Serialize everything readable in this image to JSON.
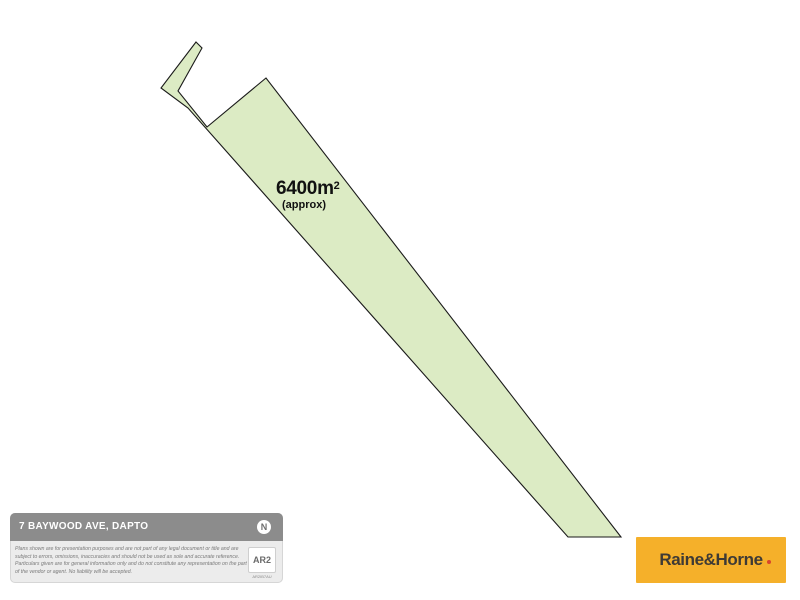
{
  "plan": {
    "area_value": "6400m",
    "area_unit_superscript": "2",
    "area_note": "(approx)",
    "fill_color": "#dcebc4",
    "stroke_color": "#1a1a1a"
  },
  "info_card": {
    "address": "7 BAYWOOD AVE, DAPTO",
    "north_label": "N",
    "disclaimer": "Plans shown are for presentation purposes and are not part of any legal document or title and are subject to errors, omissions, inaccuracies and should not be used as sole and accurate reference. Particulars given are for general information only and do not constitute any representation on the part of the vendor or agent. No liability will be accepted.",
    "provider_logo": "AR2",
    "provider_id": "AR2IB7AU",
    "header_color": "#8c8c8c"
  },
  "brand": {
    "name": "Raine&Horne",
    "bg_color": "#f5b02a",
    "text_color": "#3e3a35",
    "dot_color": "#d8452b"
  }
}
